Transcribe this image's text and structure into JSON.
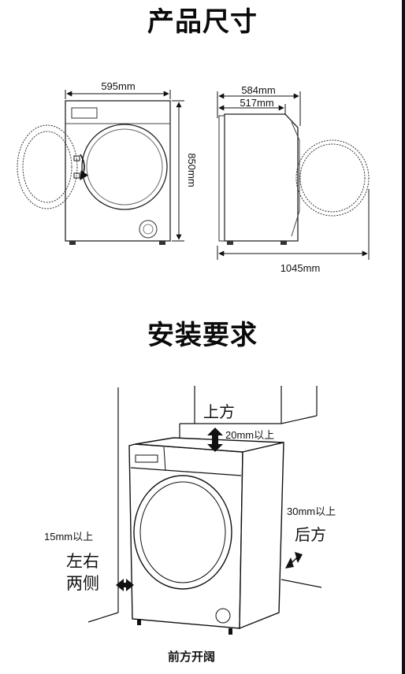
{
  "section_dimensions": {
    "title": "产品尺寸",
    "width_label": "595mm",
    "height_label": "850mm",
    "depth_label": "584mm",
    "body_depth_label": "517mm",
    "door_open_depth_label": "1045mm"
  },
  "section_installation": {
    "title": "安装要求",
    "top_label": "上方",
    "top_clearance": "20mm以上",
    "back_clearance": "30mm以上",
    "back_label": "后方",
    "side_clearance": "15mm以上",
    "side_label_line1": "左右",
    "side_label_line2": "两侧",
    "front_label": "前方开阔"
  }
}
